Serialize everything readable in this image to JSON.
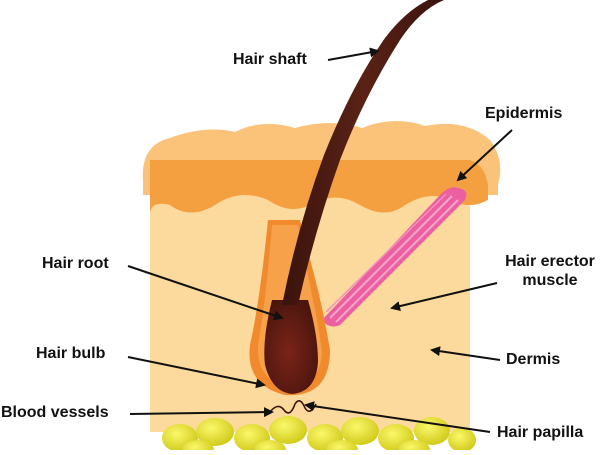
{
  "labels": {
    "hair_shaft": "Hair shaft",
    "epidermis": "Epidermis",
    "hair_root": "Hair root",
    "hair_erector_muscle_line1": "Hair erector",
    "hair_erector_muscle_line2": "muscle",
    "hair_bulb": "Hair bulb",
    "dermis": "Dermis",
    "blood_vessels": "Blood vessels",
    "hair_papilla": "Hair papilla"
  },
  "colors": {
    "dermis": "#fcd492",
    "epidermis_top": "#fbc27a",
    "epidermis_band": "#f5a040",
    "hair": "#4a1a12",
    "hair_bulb": "#6b1f16",
    "follicle_sheath": "#f08a2c",
    "muscle": "#ec5fa0",
    "fat": "#e8e32a",
    "arrow": "#111111"
  }
}
